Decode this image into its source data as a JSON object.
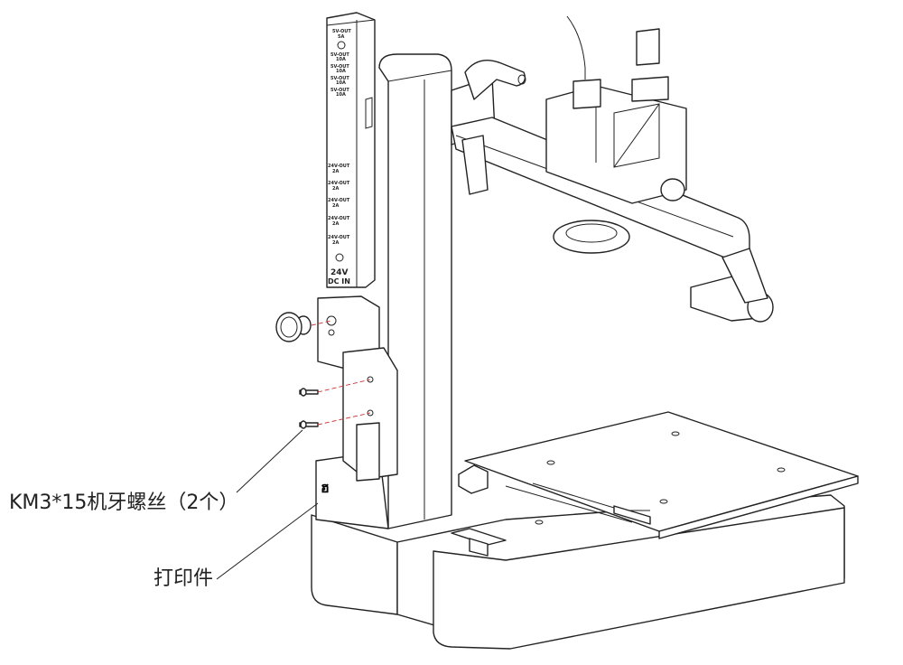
{
  "callouts": {
    "screws": "KM3*15机牙螺丝（2个）",
    "printed_part": "打印件"
  },
  "power_panel": {
    "outputs_5v": [
      {
        "label": "5V-OUT",
        "current": "5A"
      },
      {
        "label": "5V-OUT",
        "current": "10A"
      },
      {
        "label": "5V-OUT",
        "current": "10A"
      },
      {
        "label": "5V-OUT",
        "current": "10A"
      },
      {
        "label": "5V-OUT",
        "current": "10A"
      }
    ],
    "outputs_24v": [
      {
        "label": "24V-OUT",
        "current": "2A"
      },
      {
        "label": "24V-OUT",
        "current": "2A"
      },
      {
        "label": "24V-OUT",
        "current": "2A"
      },
      {
        "label": "24V-OUT",
        "current": "2A"
      },
      {
        "label": "24V-OUT",
        "current": "2A"
      }
    ],
    "input_voltage": "24V",
    "input_type": "DC IN"
  }
}
